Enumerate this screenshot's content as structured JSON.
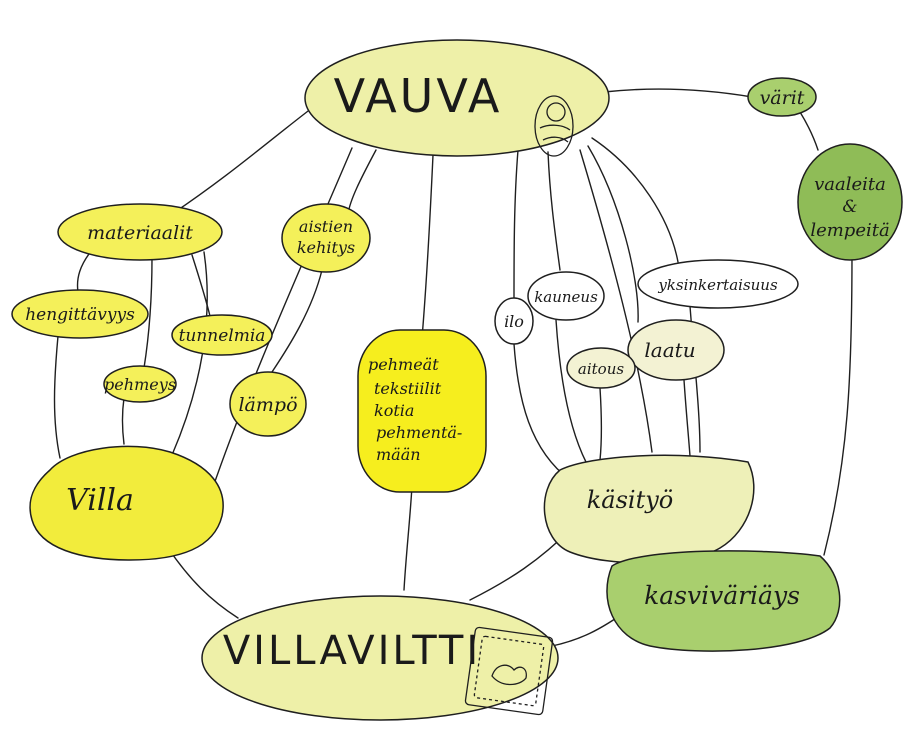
{
  "colors": {
    "yellow_pale": "#eef0a8",
    "yellow": "#f4f05a",
    "yellow_bright": "#f6ee1e",
    "cream": "#f3f2d3",
    "green_light": "#a9cf6e",
    "green": "#8fbc57",
    "outline": "#1f1f1f"
  },
  "nodes": {
    "vauva": "VAUVA",
    "varit": "värit",
    "vaaleita_1": "vaaleita",
    "vaaleita_2": "&",
    "vaaleita_3": "lempeitä",
    "materiaalit": "materiaalit",
    "aistien_1": "aistien",
    "aistien_2": "kehitys",
    "hengittavyys": "hengittävyys",
    "tunnelmia": "tunnelmia",
    "pehmeys": "pehmeys",
    "lampo": "lämpö",
    "pehmeat_1": "pehmeät",
    "pehmeat_2": "tekstiilit",
    "pehmeat_3": "kotia",
    "pehmeat_4": "pehmentä-",
    "pehmeat_5": "mään",
    "ilo": "ilo",
    "kauneus": "kauneus",
    "yksinkertaisuus": "yksinkertaisuus",
    "laatu": "laatu",
    "aitous": "aitous",
    "villa": "Villa",
    "kasityo": "käsityö",
    "kasvivarjays": "kasviväriäys",
    "villaviltti": "VILLAVILTTI"
  },
  "icons": {
    "baby": "swaddled-baby-icon",
    "blanket": "felt-blanket-icon"
  }
}
